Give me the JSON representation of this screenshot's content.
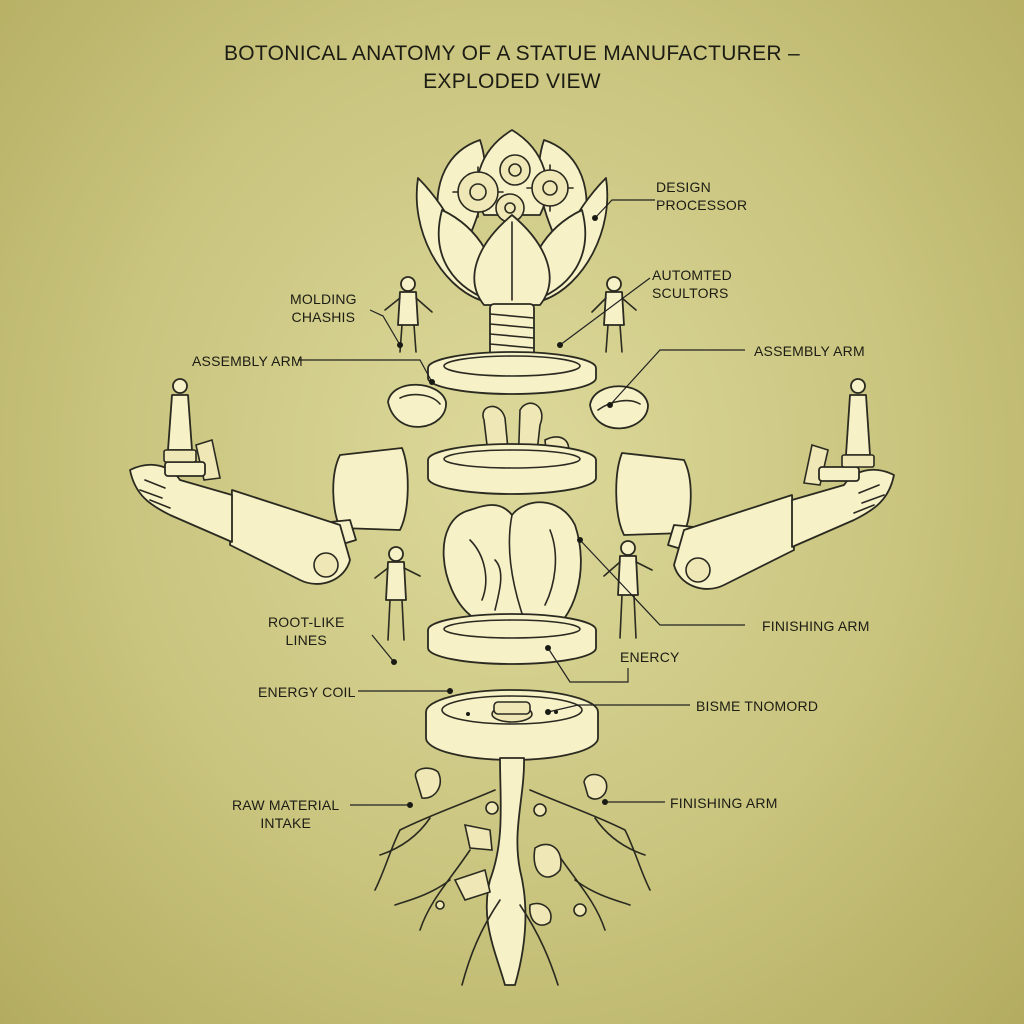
{
  "title": {
    "line1": "BOTONICAL ANATOMY OF A STATUE MANUFACTURER –",
    "line2": "EXPLODED VIEW"
  },
  "labels": {
    "design_processor": "DESIGN\nPROCESSOR",
    "automated_sculptors": "AUTOMTED\nSCULTORS",
    "molding_chassis": "MOLDING\nCHASHIS",
    "assembly_arm_left": "ASSEMBLY ARM",
    "assembly_arm_right": "ASSEMBLY ARM",
    "finishing_arm_upper": "FINISHING ARM",
    "root_like_lines": "ROOT-LIKE\nLINES",
    "energy": "ENERCY",
    "energy_coil": "ENERGY COIL",
    "bisme": "BISME TNOMORD",
    "raw_material_intake": "RAW MATERIAL\nINTAKE",
    "finishing_arm_lower": "FINISHING ARM"
  },
  "colors": {
    "background": "#c9c47e",
    "component_fill": "#f7f1c8",
    "ink": "#2a2a20"
  }
}
